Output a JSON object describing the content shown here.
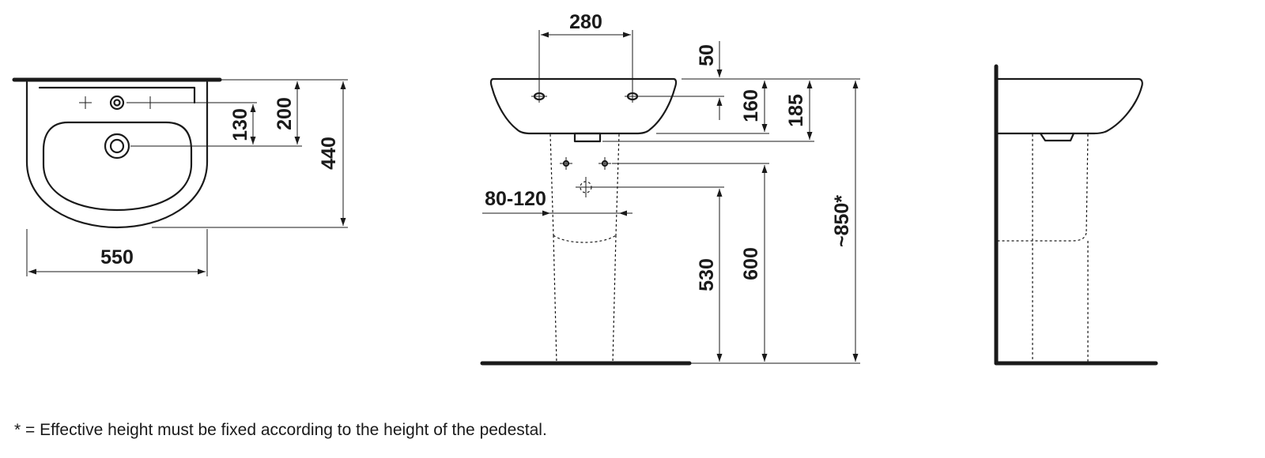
{
  "drawing": {
    "top_view": {
      "width_label": "550",
      "depth_label": "440",
      "tap_hole_depth_label": "200",
      "drain_depth_label": "130"
    },
    "front_view": {
      "tap_spacing_label": "280",
      "tap_from_rim_label": "50",
      "basin_height_label": "160",
      "bowl_height_label": "185",
      "total_height_label": "~850*",
      "pedestal_height_label": "600",
      "waste_height_label": "530",
      "wall_distance_label": "80-120"
    }
  },
  "footnote": "* = Effective height must be fixed according to the height of the pedestal."
}
